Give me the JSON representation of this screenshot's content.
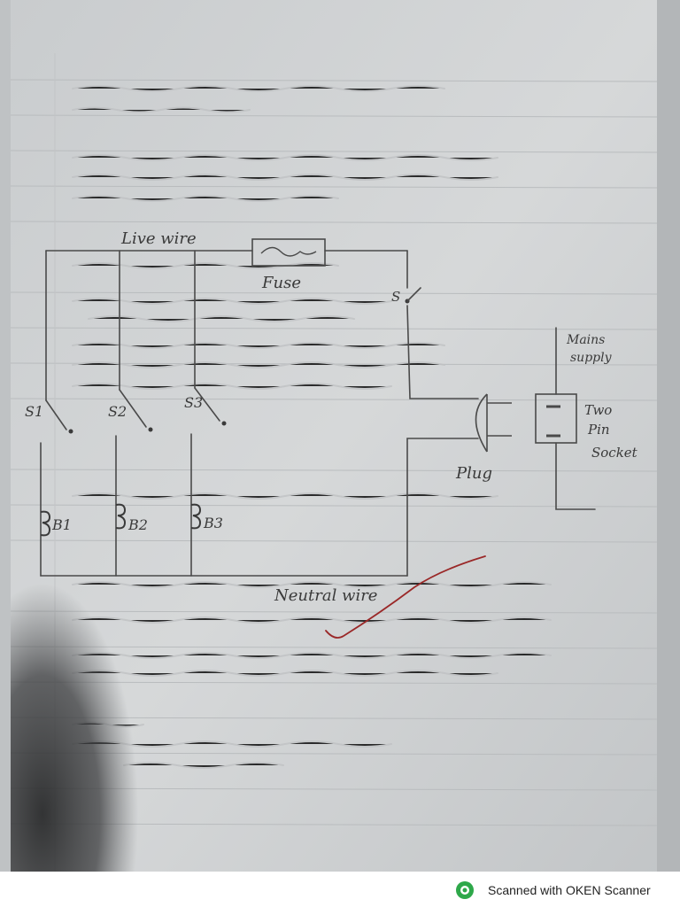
{
  "diagram": {
    "live_wire": "Live wire",
    "neutral_wire": "Neutral wire",
    "fuse": "Fuse",
    "main_switch": "S",
    "switches": [
      "S1",
      "S2",
      "S3"
    ],
    "bulbs": [
      "B1",
      "B2",
      "B3"
    ],
    "plug": "Plug",
    "socket_line1": "Two",
    "socket_line2": "Pin",
    "socket_line3": "Socket",
    "mains_line1": "Mains",
    "mains_line2": "supply"
  },
  "footer": {
    "scanner_text": "Scanned with OKEN Scanner",
    "brand_color": "#2ea84a"
  }
}
